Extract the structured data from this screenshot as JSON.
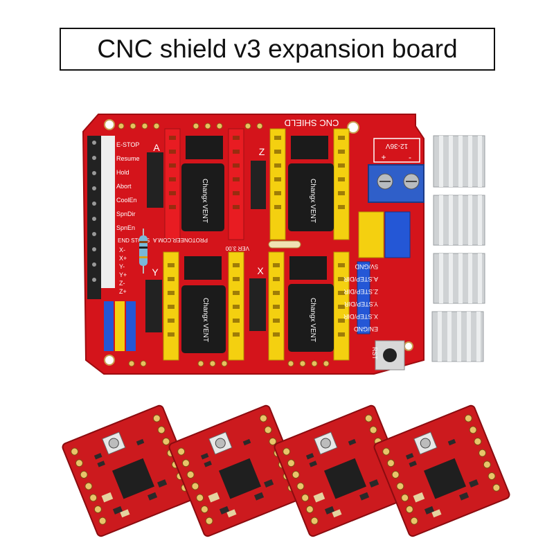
{
  "title": "CNC shield v3 expansion board",
  "board": {
    "header_label": "CNC SHIELD",
    "power_label": "12-36V",
    "power_plus": "+",
    "power_minus": "-",
    "axis_x": "X",
    "axis_y": "Y",
    "axis_z": "Z",
    "axis_a": "A",
    "side_labels": [
      "E-STOP",
      "Resume",
      "Hold",
      "Abort",
      "CoolEn",
      "SpnDir",
      "SpnEn"
    ],
    "end_stops": "END STOPS",
    "limit_labels": [
      "X-",
      "X+",
      "Y-",
      "Y+",
      "Z-",
      "Z+"
    ],
    "right_labels": [
      "5V/GND",
      "A.STEP/DIR",
      "Z.STEP/DIR",
      "Y.STEP/DIR",
      "X.STEP/DIR",
      "EN/GND"
    ],
    "rst_label": "RST",
    "version_text": "VER 3.00",
    "maker_text": "PROTONEER.COM.A",
    "capacitor_text": "Changx VENT",
    "icons": [
      "heatsink-icon",
      "stepper-driver-icon",
      "reset-button-icon",
      "terminal-block-icon"
    ],
    "colors": {
      "pcb": "#d4141b",
      "header_yellow": "#f4d010",
      "header_red": "#e81c22",
      "header_blue": "#2457d6",
      "capacitor": "#1b1b1b",
      "heatsink": "#cfd2d4",
      "terminal": "#2f5fc9"
    }
  },
  "drivers": {
    "count": 4
  },
  "heatsinks": {
    "count": 4
  }
}
